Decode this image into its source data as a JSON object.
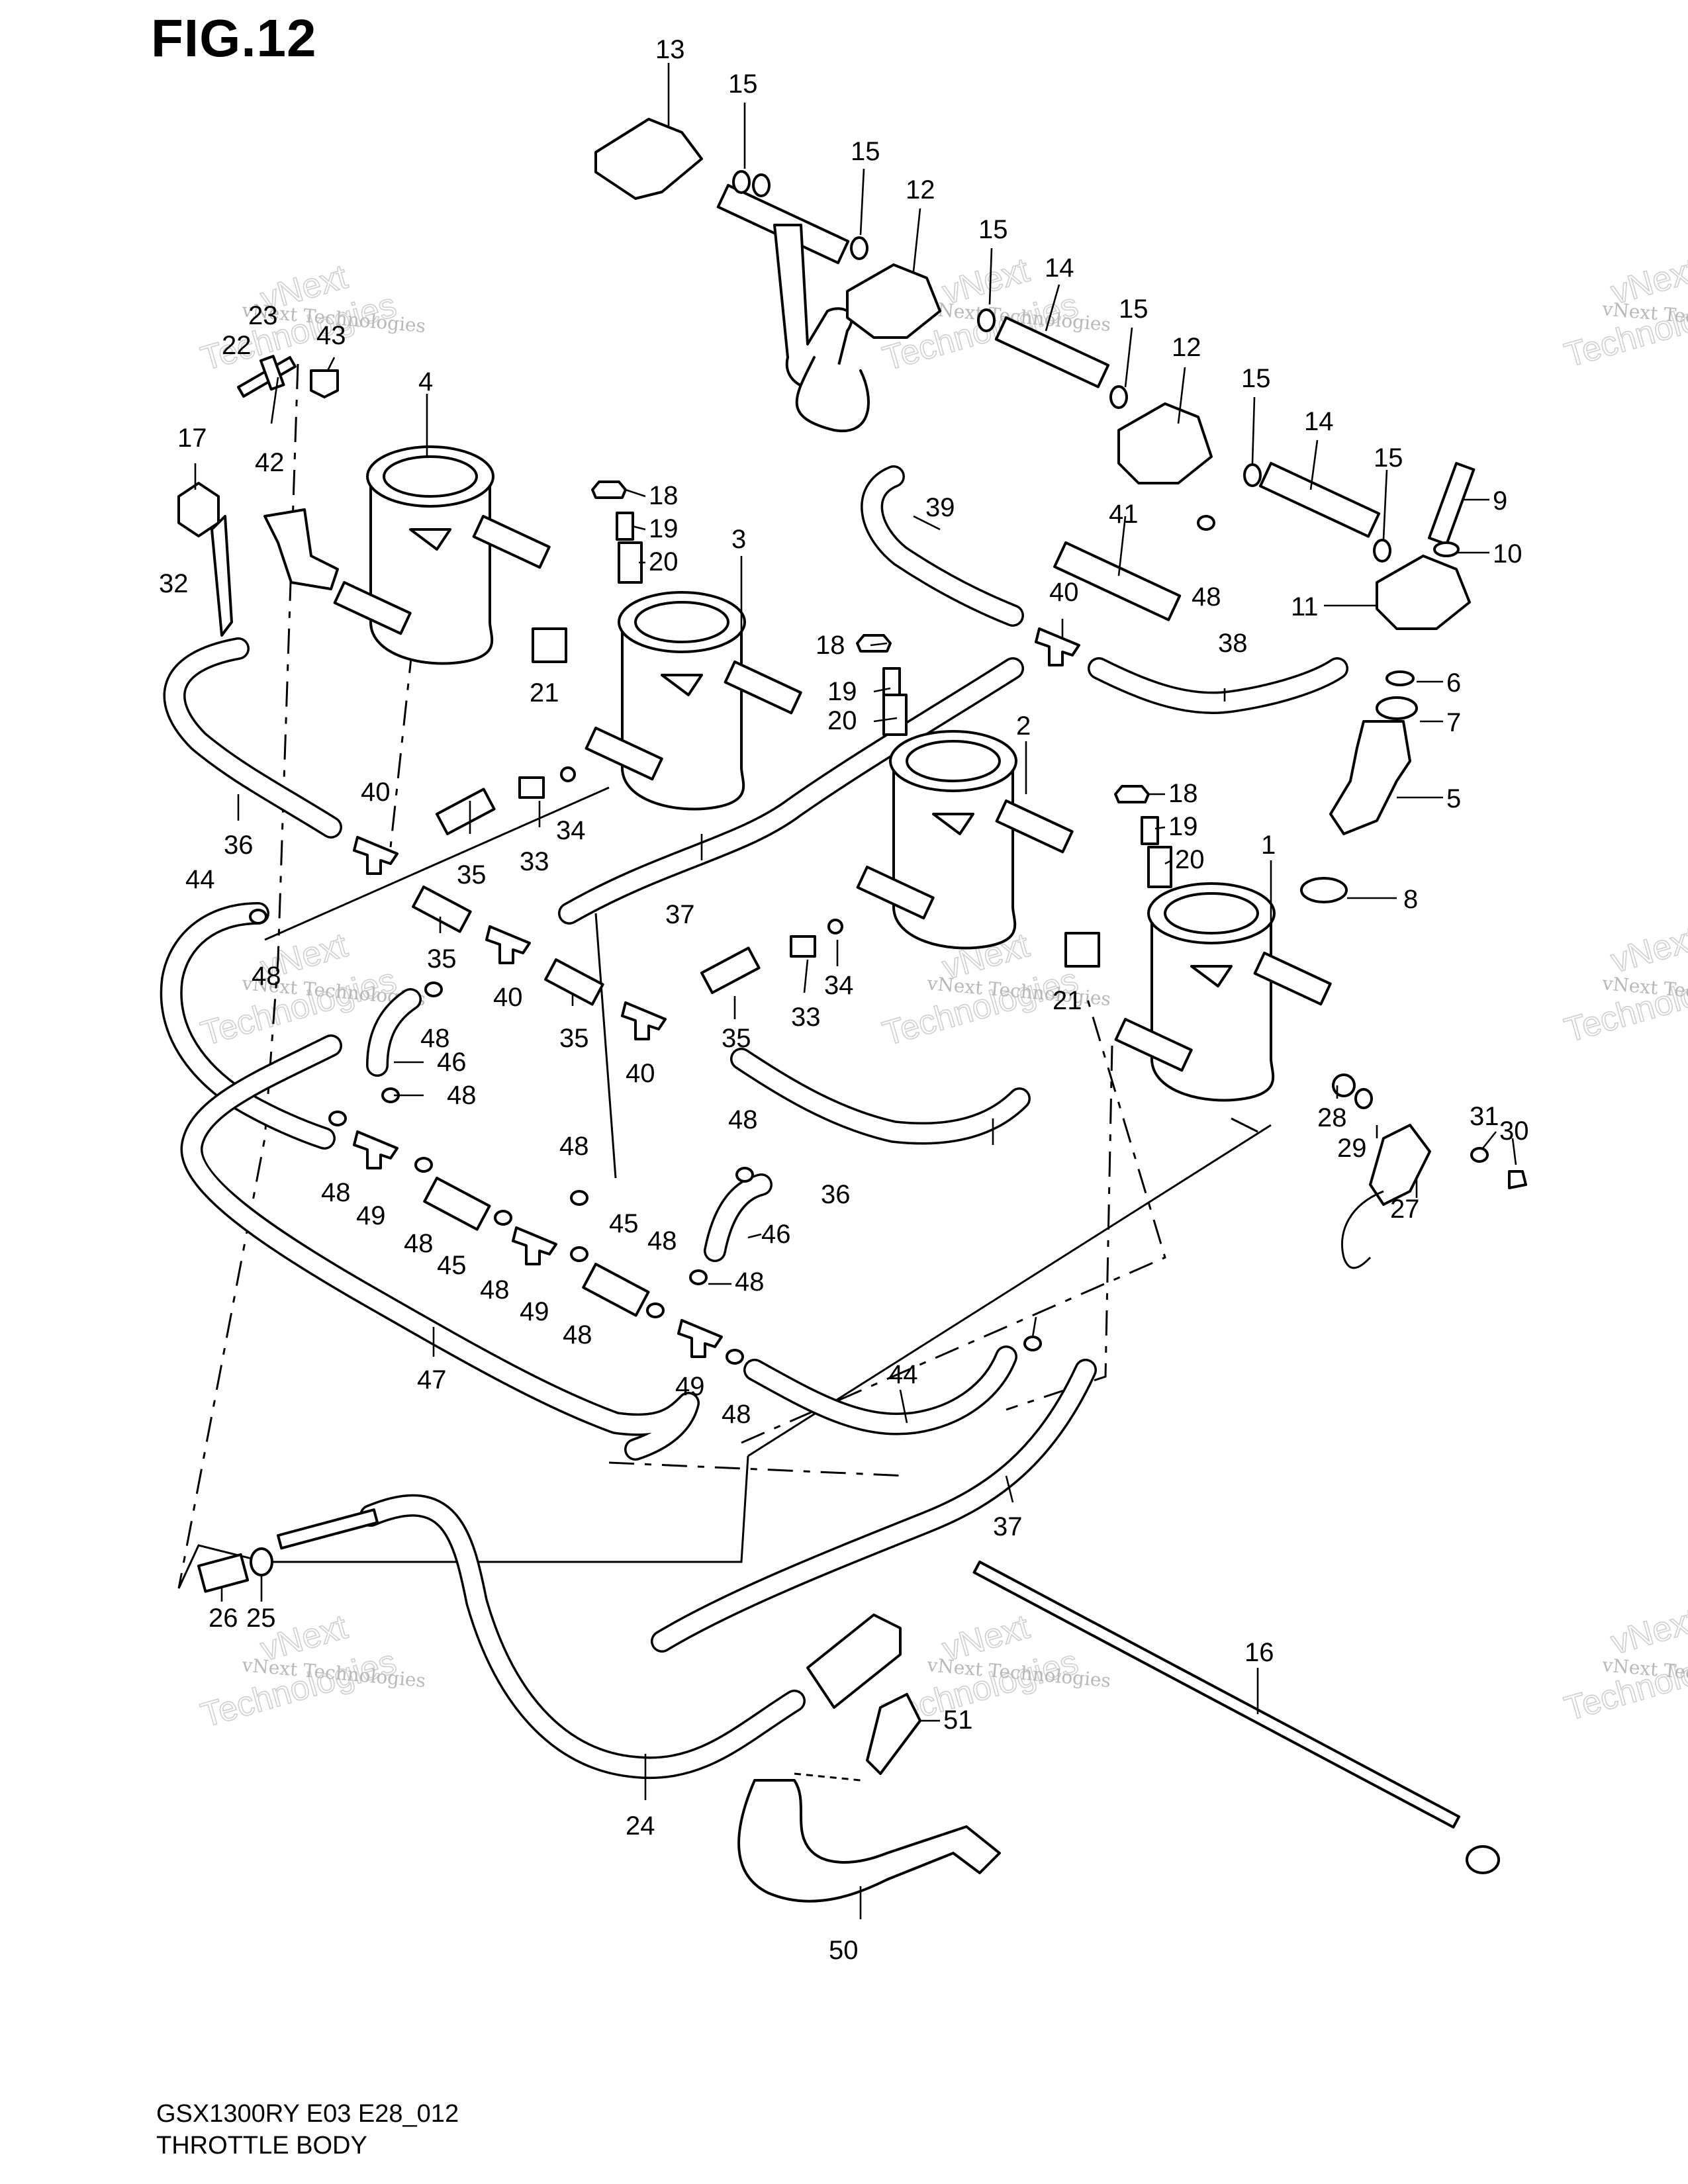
{
  "figure": {
    "title": "FIG.12"
  },
  "footer": {
    "model_code": "GSX1300RY E03 E28_012",
    "section_name": "THROTTLE BODY"
  },
  "watermark": {
    "line1": "vNext Technologies",
    "line2": "vNext",
    "line3": "Technologies"
  },
  "callouts": [
    "13",
    "15",
    "15",
    "12",
    "15",
    "14",
    "15",
    "12",
    "15",
    "14",
    "15",
    "9",
    "10",
    "11",
    "6",
    "7",
    "5",
    "8",
    "1",
    "2",
    "3",
    "4",
    "17",
    "22",
    "23",
    "43",
    "42",
    "32",
    "18",
    "19",
    "20",
    "21",
    "18",
    "19",
    "20",
    "18",
    "19",
    "20",
    "21",
    "39",
    "41",
    "40",
    "48",
    "38",
    "36",
    "40",
    "35",
    "33",
    "34",
    "37",
    "44",
    "48",
    "35",
    "40",
    "35",
    "40",
    "35",
    "33",
    "34",
    "48",
    "46",
    "48",
    "48",
    "49",
    "48",
    "45",
    "48",
    "48",
    "49",
    "45",
    "48",
    "48",
    "46",
    "48",
    "49",
    "48",
    "48",
    "47",
    "44",
    "37",
    "36",
    "31",
    "30",
    "28",
    "29",
    "27",
    "26",
    "25",
    "24",
    "16",
    "51",
    "50"
  ]
}
